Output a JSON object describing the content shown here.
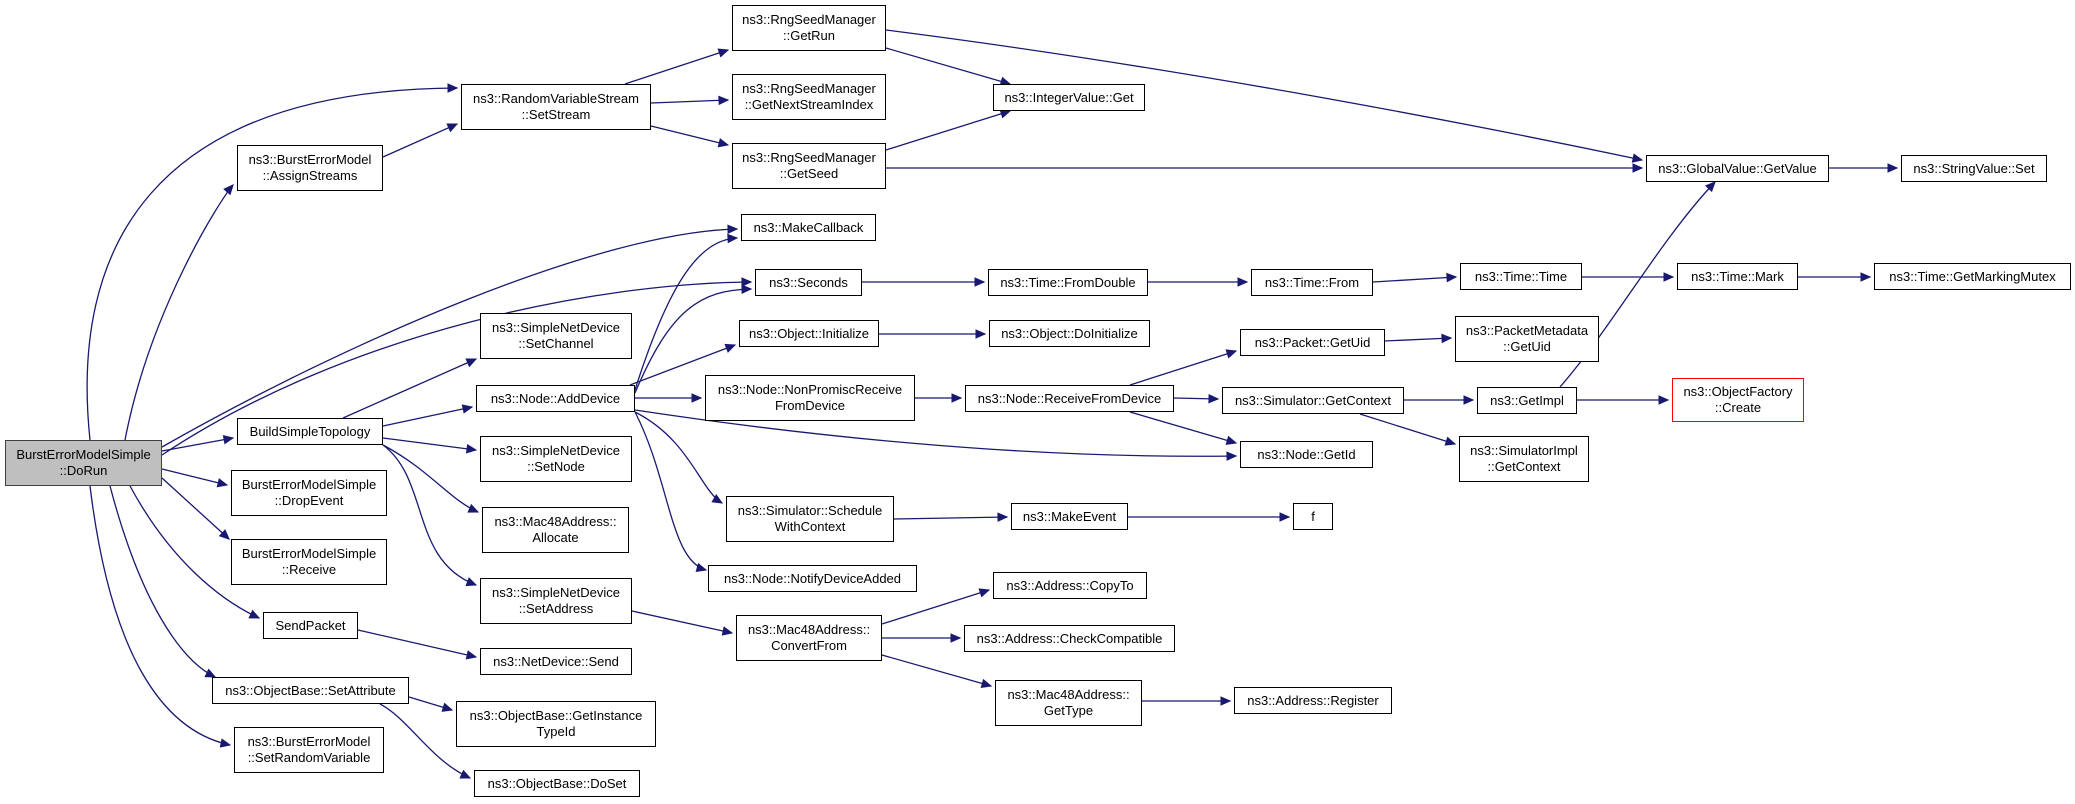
{
  "colors": {
    "edge": "#191970",
    "root_fill": "#bfbfbf",
    "truncated_border": "#ff0000"
  },
  "nodes": {
    "root": [
      "BurstErrorModelSimple",
      "::DoRun"
    ],
    "assign_streams": [
      "ns3::BurstErrorModel",
      "::AssignStreams"
    ],
    "rvs_setstream": [
      "ns3::RandomVariableStream",
      "::SetStream"
    ],
    "rng_getrun": [
      "ns3::RngSeedManager",
      "::GetRun"
    ],
    "rng_getnext": [
      "ns3::RngSeedManager",
      "::GetNextStreamIndex"
    ],
    "rng_getseed": [
      "ns3::RngSeedManager",
      "::GetSeed"
    ],
    "integer_get": [
      "ns3::IntegerValue::Get"
    ],
    "global_getvalue": [
      "ns3::GlobalValue::GetValue"
    ],
    "string_set": [
      "ns3::StringValue::Set"
    ],
    "make_callback": [
      "ns3::MakeCallback"
    ],
    "seconds": [
      "ns3::Seconds"
    ],
    "time_fromdouble": [
      "ns3::Time::FromDouble"
    ],
    "time_from": [
      "ns3::Time::From"
    ],
    "time_time": [
      "ns3::Time::Time"
    ],
    "time_mark": [
      "ns3::Time::Mark"
    ],
    "time_getmutex": [
      "ns3::Time::GetMarkingMutex"
    ],
    "snd_setchannel": [
      "ns3::SimpleNetDevice",
      "::SetChannel"
    ],
    "build_topology": [
      "BuildSimpleTopology"
    ],
    "node_adddevice": [
      "ns3::Node::AddDevice"
    ],
    "object_initialize": [
      "ns3::Object::Initialize"
    ],
    "object_doinit": [
      "ns3::Object::DoInitialize"
    ],
    "node_nonpromisc": [
      "ns3::Node::NonPromiscReceive",
      "FromDevice"
    ],
    "node_receivefrom": [
      "ns3::Node::ReceiveFromDevice"
    ],
    "packet_getuid": [
      "ns3::Packet::GetUid"
    ],
    "pmeta_getuid": [
      "ns3::PacketMetadata",
      "::GetUid"
    ],
    "sim_getcontext": [
      "ns3::Simulator::GetContext"
    ],
    "getimpl": [
      "ns3::GetImpl"
    ],
    "objfactory_create": [
      "ns3::ObjectFactory",
      "::Create"
    ],
    "node_getid": [
      "ns3::Node::GetId"
    ],
    "simimpl_getcontext": [
      "ns3::SimulatorImpl",
      "::GetContext"
    ],
    "snd_setnode": [
      "ns3::SimpleNetDevice",
      "::SetNode"
    ],
    "drop_event": [
      "BurstErrorModelSimple",
      "::DropEvent"
    ],
    "mac_allocate": [
      "ns3::Mac48Address::",
      "Allocate"
    ],
    "receive": [
      "BurstErrorModelSimple",
      "::Receive"
    ],
    "sim_schedule": [
      "ns3::Simulator::Schedule",
      "WithContext"
    ],
    "make_event": [
      "ns3::MakeEvent"
    ],
    "f": [
      "f"
    ],
    "notify_added": [
      "ns3::Node::NotifyDeviceAdded"
    ],
    "snd_setaddress": [
      "ns3::SimpleNetDevice",
      "::SetAddress"
    ],
    "addr_copyto": [
      "ns3::Address::CopyTo"
    ],
    "send_packet": [
      "SendPacket"
    ],
    "mac_convertfrom": [
      "ns3::Mac48Address::",
      "ConvertFrom"
    ],
    "addr_checkcompat": [
      "ns3::Address::CheckCompatible"
    ],
    "netdevice_send": [
      "ns3::NetDevice::Send"
    ],
    "objbase_setattr": [
      "ns3::ObjectBase::SetAttribute"
    ],
    "mac_gettype": [
      "ns3::Mac48Address::",
      "GetType"
    ],
    "addr_register": [
      "ns3::Address::Register"
    ],
    "objbase_getinst": [
      "ns3::ObjectBase::GetInstance",
      "TypeId"
    ],
    "bem_setrandom": [
      "ns3::BurstErrorModel",
      "::SetRandomVariable"
    ],
    "objbase_doset": [
      "ns3::ObjectBase::DoSet"
    ]
  }
}
